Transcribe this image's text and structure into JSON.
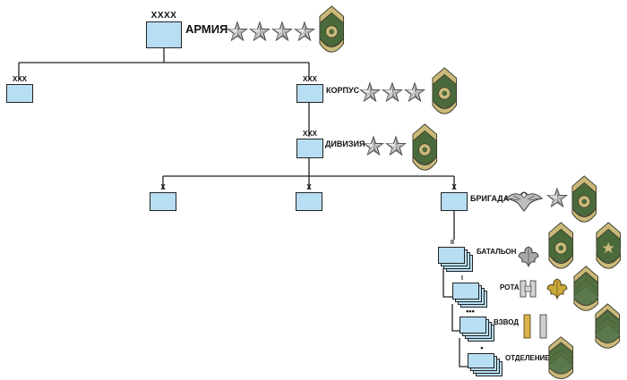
{
  "colors": {
    "unit_fill": "#b7def3",
    "line": "#222222",
    "chevron_fill": "#cbb97a",
    "chevron_dark": "#4a6a3c",
    "star_fill": "#c9c9c9"
  },
  "nodes": {
    "army": {
      "label": "АРМИЯ",
      "echelon": "XXXX"
    },
    "corps_left": {
      "label": "",
      "echelon": "XXX"
    },
    "corps": {
      "label": "КОРПУС",
      "echelon": "XXX"
    },
    "division": {
      "label": "ДИВИЗИЯ",
      "echelon": "XXX"
    },
    "brigade_1": {
      "label": "",
      "echelon": "X"
    },
    "brigade_2": {
      "label": "",
      "echelon": "X"
    },
    "brigade": {
      "label": "БРИГАДА",
      "echelon": "X"
    },
    "battalion": {
      "label": "БАТАЛЬОН",
      "echelon": "II"
    },
    "company": {
      "label": "РОТА",
      "echelon": "I"
    },
    "platoon": {
      "label": "ВЗВОД",
      "echelon": "•••"
    },
    "squad": {
      "label": "ОТДЕЛЕНИЕ",
      "echelon": "•"
    }
  },
  "insignia": {
    "army": {
      "stars": 4,
      "icons": [
        "command-sergeant-major-chevron-icon"
      ]
    },
    "corps": {
      "stars": 3,
      "icons": [
        "command-sergeant-major-chevron-icon"
      ]
    },
    "division": {
      "stars": 2,
      "icons": [
        "command-sergeant-major-chevron-icon"
      ]
    },
    "brigade": {
      "stars": 1,
      "icons": [
        "eagle-icon",
        "command-sergeant-major-chevron-icon"
      ]
    },
    "battalion": {
      "icons": [
        "oak-leaf-silver-icon",
        "sergeant-major-chevron-icon",
        "command-sergeant-major-star-chevron-icon"
      ]
    },
    "company": {
      "icons": [
        "captain-bars-icon",
        "oak-leaf-gold-icon",
        "first-sergeant-chevron-icon"
      ]
    },
    "platoon": {
      "icons": [
        "lieutenant-bar-gold-icon",
        "lieutenant-bar-silver-icon",
        "sergeant-first-class-chevron-icon"
      ]
    },
    "squad": {
      "icons": [
        "staff-sergeant-chevron-icon"
      ]
    }
  }
}
